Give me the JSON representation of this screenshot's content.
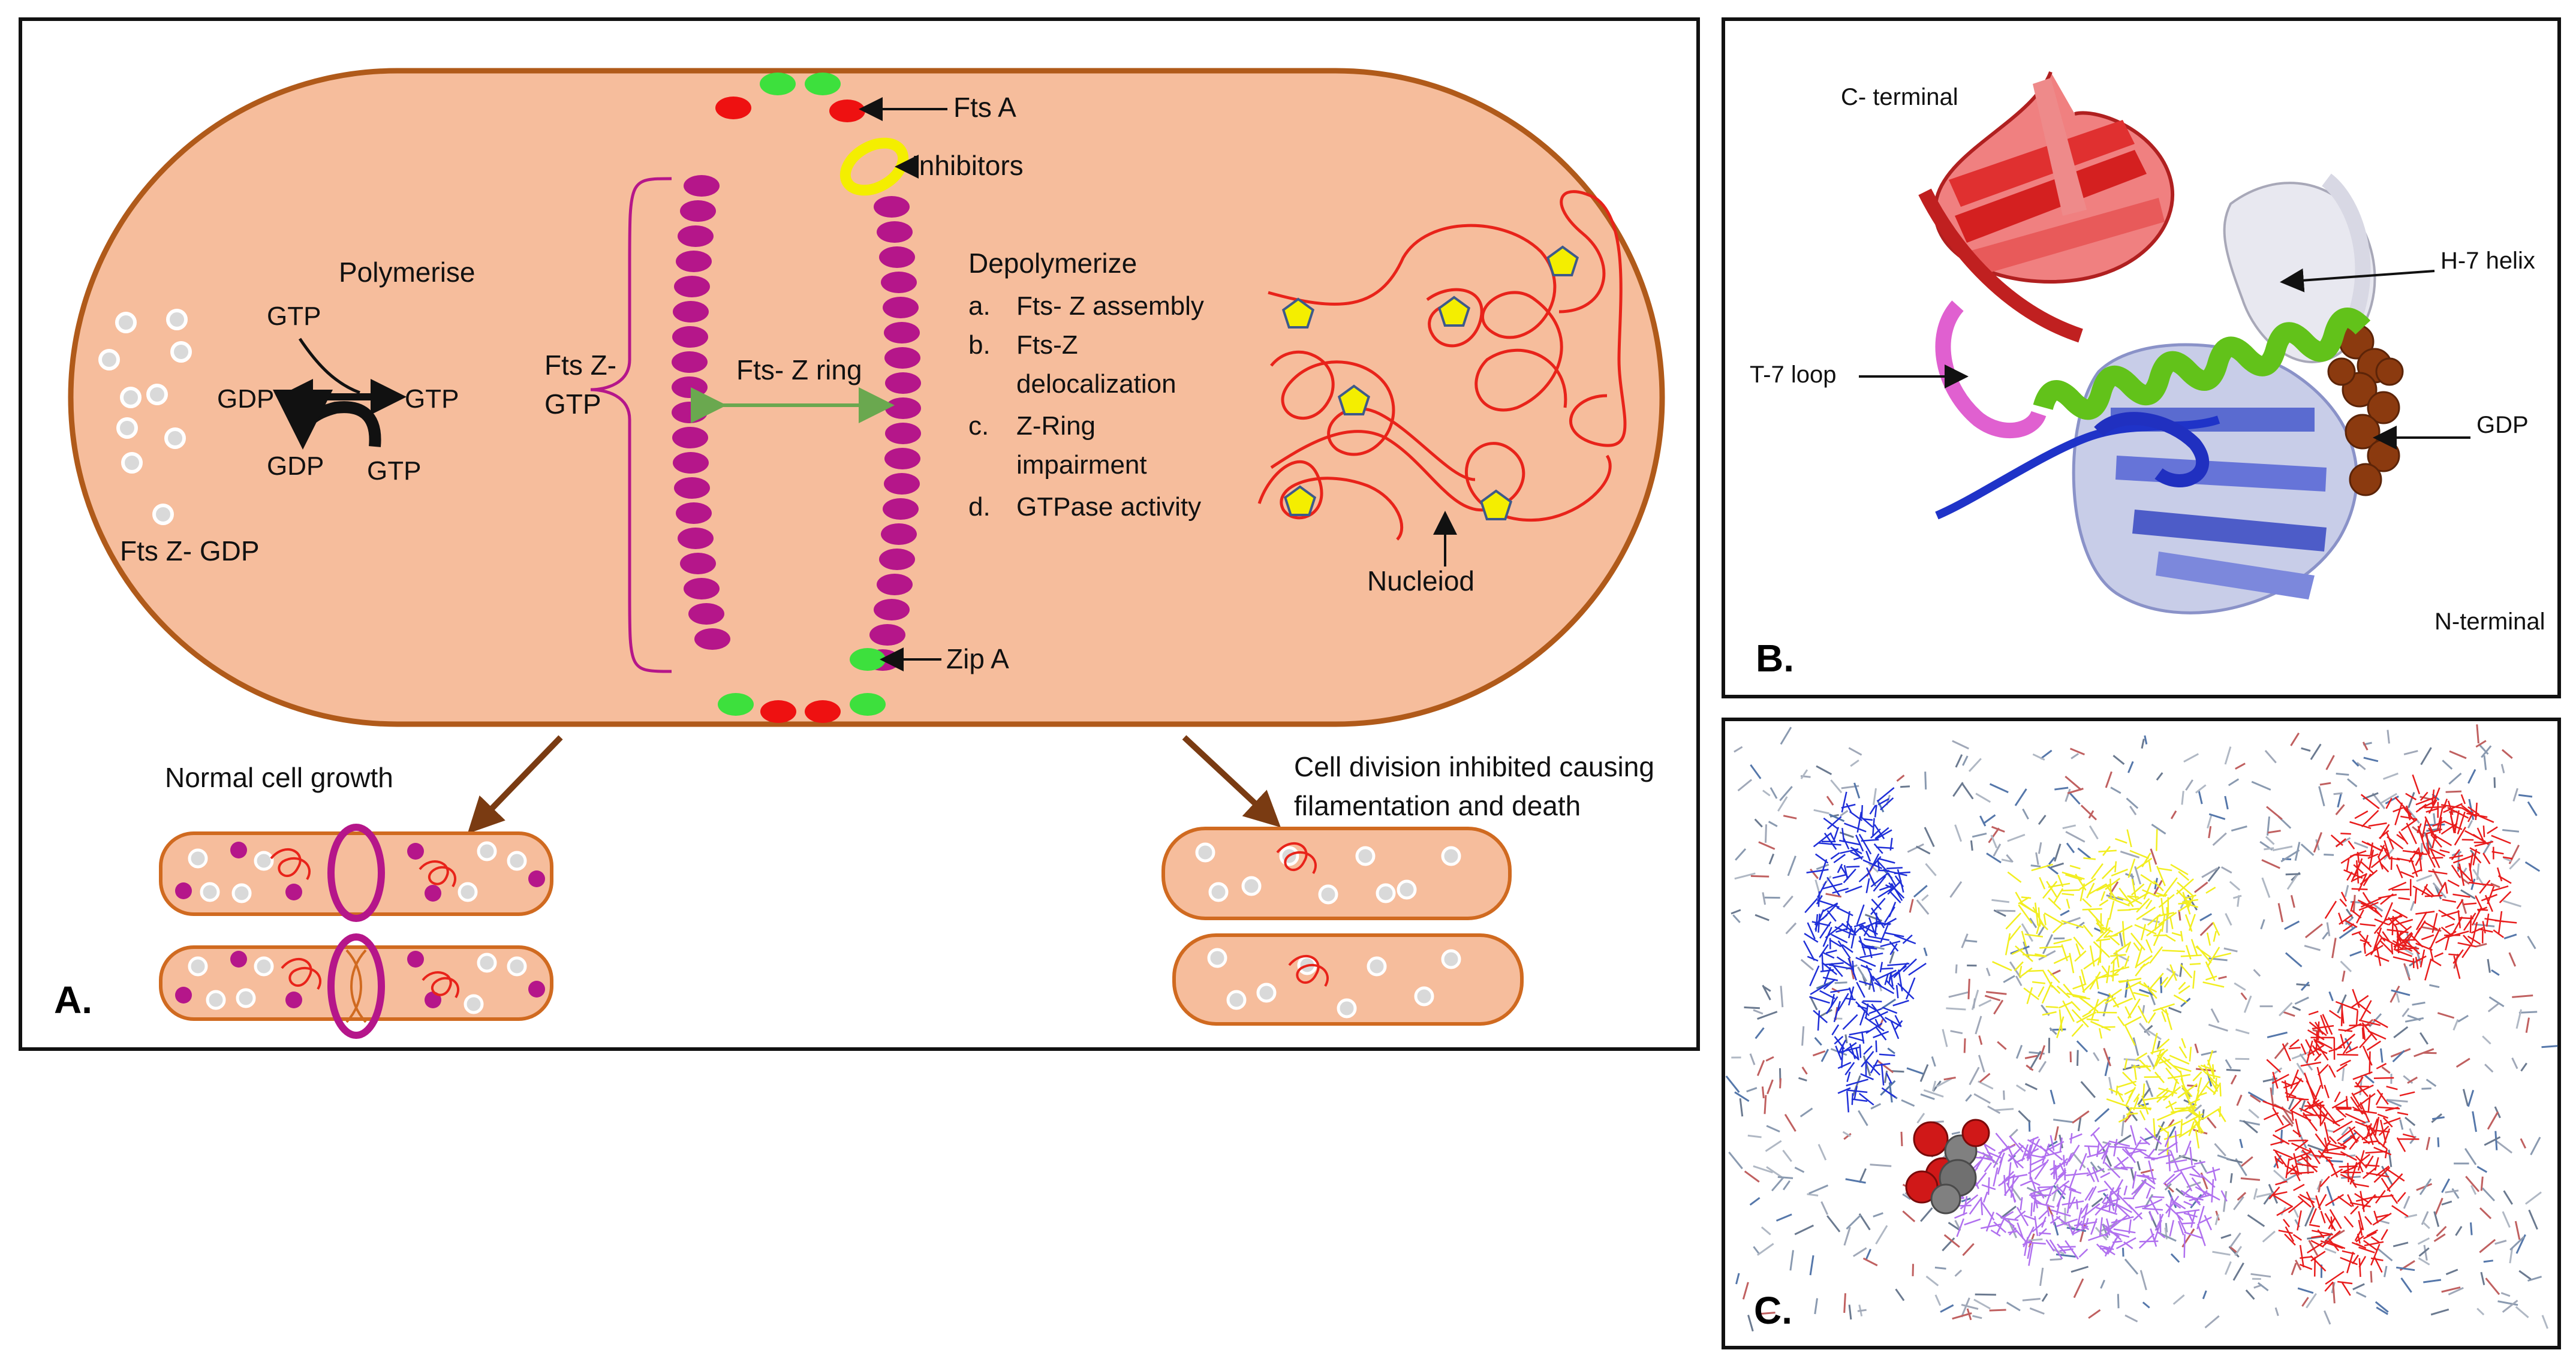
{
  "panel_a": {
    "letter": "A.",
    "labels": {
      "polymerise": "Polymerise",
      "gtp_top": "GTP",
      "gdp_left": "GDP",
      "gtp_right": "GTP",
      "gdp_bottom": "GDP",
      "gtp_bottom": "GTP",
      "ftsz_gdp": "Fts Z- GDP",
      "ftsz_gtp_line1": "Fts Z-",
      "ftsz_gtp_line2": "GTP",
      "ftsz_ring": "Fts- Z ring",
      "fts_a": "Fts  A",
      "inhibitors": "Inhibitors",
      "zip_a": "Zip A",
      "depolymerize": "Depolymerize",
      "nucleiod": "Nucleiod",
      "normal_growth": "Normal  cell growth",
      "inhibited_line1": "Cell division inhibited causing",
      "inhibited_line2": "filamentation and death"
    },
    "depolymerize_items": [
      {
        "marker": "a.",
        "lines": [
          "Fts- Z assembly"
        ]
      },
      {
        "marker": "b.",
        "lines": [
          "Fts-Z",
          "delocalization"
        ]
      },
      {
        "marker": "c.",
        "lines": [
          "Z-Ring",
          "impairment"
        ]
      },
      {
        "marker": "d.",
        "lines": [
          "GTPase activity"
        ]
      }
    ]
  },
  "panel_b": {
    "letter": "B.",
    "labels": {
      "c_terminal": "C- terminal",
      "h7_helix": "H-7 helix",
      "t7_loop": "T-7 loop",
      "gdp": "GDP",
      "n_terminal": "N-terminal"
    }
  },
  "panel_c": {
    "letter": "C."
  },
  "colors": {
    "cell_fill": "#f6bd9c",
    "cell_border": "#b05a1a",
    "ftsz": "#b5168a",
    "fts_a": "#ee1111",
    "zip_a": "#3de03d",
    "inhibitor": "#f4ee00",
    "nucleoid": "#e8231a",
    "arrow_brown": "#7a3b12",
    "ring_arrow": "#6aa84f"
  }
}
